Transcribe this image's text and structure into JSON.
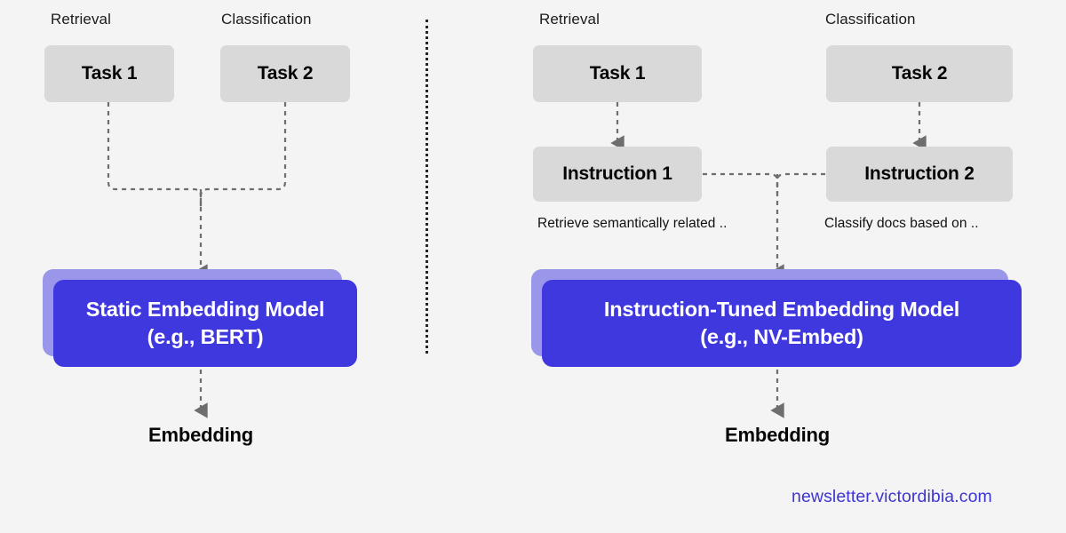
{
  "meta": {
    "background_color": "#f4f4f4",
    "accent_blue": "#4038df",
    "accent_blue_light": "#9a96ea",
    "node_grey": "#d9d9d9",
    "connector_grey": "#6e6e6e",
    "watermark_color": "#3f35cf"
  },
  "left_panel": {
    "name": "static-embedding-flow",
    "columns": [
      {
        "label": "Retrieval",
        "task": "Task 1"
      },
      {
        "label": "Classification",
        "task": "Task 2"
      }
    ],
    "model": {
      "line1": "Static Embedding Model",
      "line2": "(e.g., BERT)"
    },
    "output": "Embedding"
  },
  "right_panel": {
    "name": "instruction-tuned-embedding-flow",
    "columns": [
      {
        "label": "Retrieval",
        "task": "Task 1",
        "instruction": "Instruction 1",
        "caption": "Retrieve semantically related .."
      },
      {
        "label": "Classification",
        "task": "Task 2",
        "instruction": "Instruction 2",
        "caption": "Classify docs based on .."
      }
    ],
    "model": {
      "line1": "Instruction-Tuned Embedding Model",
      "line2": "(e.g., NV-Embed)"
    },
    "output": "Embedding"
  },
  "footer": {
    "watermark": "newsletter.victordibia.com"
  }
}
